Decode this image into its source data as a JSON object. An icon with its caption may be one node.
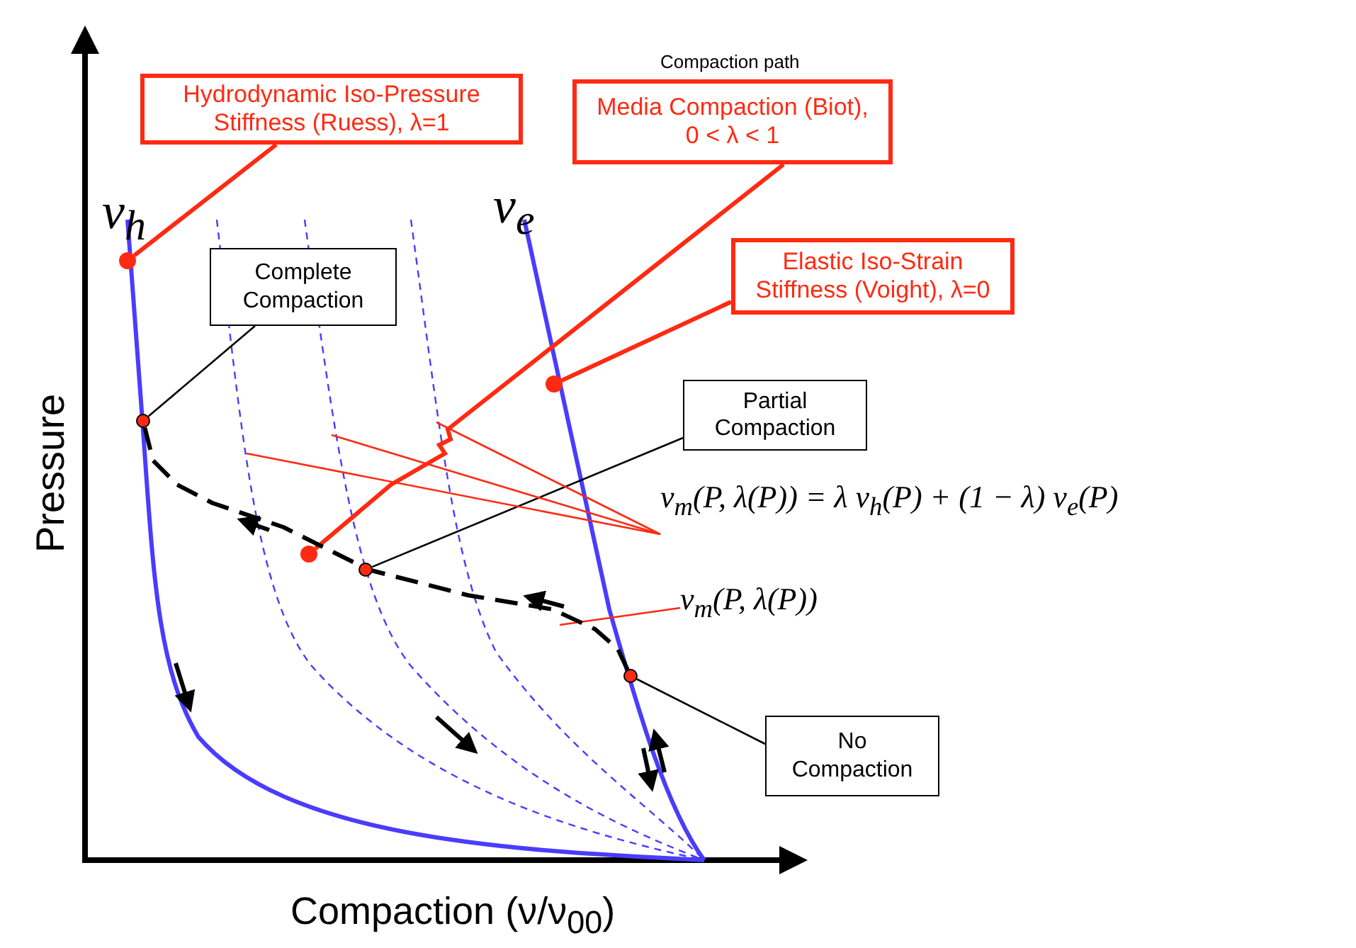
{
  "diagram": {
    "nodes": [
      {
        "text": [
          "Hydrodynamic Iso-Pressure Stiffness (Ruess), λ=1"
        ]
      },
      {
        "text": [
          "Compaction path",
          "Media Compaction (Biot), 0 < λ < 1"
        ]
      },
      {
        "text": [
          "Elastic Iso-Strain Stiffness (Voight), λ=0"
        ]
      },
      {
        "text": [
          "Complete Compaction"
        ]
      },
      {
        "text": [
          "Partial Compaction"
        ]
      },
      {
        "text": [
          "ν$_{m}$(P, λ(P)) = λ ν$_{h}$(P) + (1 − λ) ν$_{e}$(P)"
        ]
      },
      {
        "text": [
          "ν$_{m}$(P, λ(P))"
        ]
      },
      {
        "text": [
          "No Compaction"
        ]
      },
      {
        "text": [],
        "shape": "circle"
      },
      {
        "text": [],
        "shape": "circle"
      },
      {
        "text": [],
        "shape": "circle"
      },
      {
        "text": [],
        "shape": "circle"
      },
      {
        "text": [],
        "shape": "circle"
      },
      {
        "text": [],
        "shape": "circle"
      }
    ],
    "edges": [
      {
        "from": 0,
        "to": 8,
        "arrow": "none",
        "style": "thick"
      },
      {
        "from": 1,
        "to": 11,
        "arrow": "none",
        "style": "thick"
      },
      {
        "from": 2,
        "to": 9,
        "arrow": "none",
        "style": "thick"
      },
      {
        "from": 3,
        "to": 10,
        "arrow": "none",
        "color": "#000000"
      },
      {
        "from": 4,
        "to": 12,
        "arrow": "none",
        "color": "#000000"
      },
      {
        "from": 7,
        "to": 13,
        "arrow": "none",
        "color": "#000000"
      },
      {
        "from": 5,
        "to": null,
        "arrow": "none"
      },
      {
        "from": 5,
        "to": null,
        "arrow": "none"
      },
      {
        "from": 5,
        "to": null,
        "arrow": "none"
      },
      {
        "from": 6,
        "to": null,
        "arrow": "none"
      },
      {
        "from": 10,
        "to": 13,
        "arrow": "none",
        "style": "dashed",
        "color": "#000000"
      }
    ],
    "labels": [
      "ν$_{h}$",
      "ν$_{e}$",
      "Pressure",
      "Compaction (ν/ν$_{00}$)"
    ]
  }
}
